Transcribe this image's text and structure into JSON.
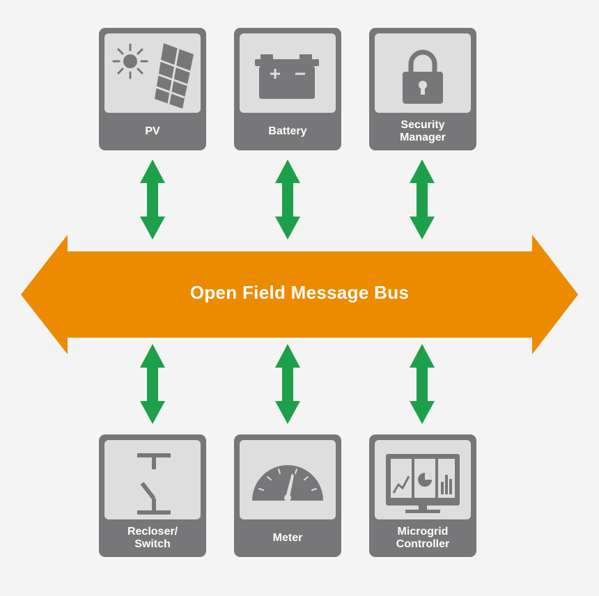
{
  "bus": {
    "label": "Open Field Message Bus"
  },
  "top_nodes": [
    {
      "id": "pv",
      "label": "PV",
      "icon": "solar-panel-sun-icon"
    },
    {
      "id": "battery",
      "label": "Battery",
      "icon": "battery-icon"
    },
    {
      "id": "security-manager",
      "label": "Security\nManager",
      "icon": "padlock-icon"
    }
  ],
  "bottom_nodes": [
    {
      "id": "recloser-switch",
      "label": "Recloser/\nSwitch",
      "icon": "switch-symbol-icon"
    },
    {
      "id": "meter",
      "label": "Meter",
      "icon": "gauge-icon"
    },
    {
      "id": "microgrid-controller",
      "label": "Microgrid\nController",
      "icon": "monitor-charts-icon"
    }
  ],
  "colors": {
    "bus": "#ed8b00",
    "connector": "#1ea04a",
    "card": "#77777a",
    "card_well": "#dedede",
    "background": "#f4f4f4"
  }
}
